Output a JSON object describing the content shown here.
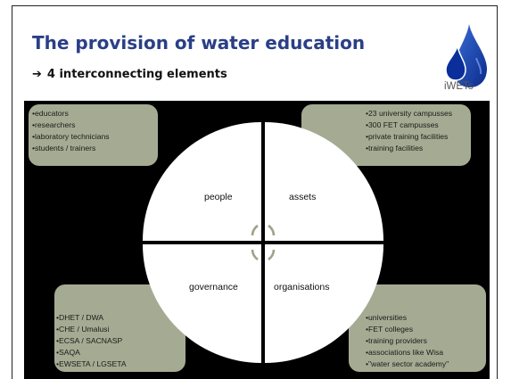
{
  "slide": {
    "title": "The provision of water education",
    "subtitle_arrow": "➔",
    "subtitle": "4 interconnecting elements",
    "logo_text": "iWETs"
  },
  "diagram": {
    "colors": {
      "background": "#000000",
      "note_fill": "#a5ab92",
      "circle_fill": "#ffffff"
    },
    "quadrants": [
      {
        "label": "people"
      },
      {
        "label": "assets"
      },
      {
        "label": "governance"
      },
      {
        "label": "organisations"
      }
    ],
    "notes": {
      "top_left": [
        "•educators",
        "•researchers",
        "•laboratory technicians",
        "•students / trainers"
      ],
      "top_right": [
        "•23 university campusses",
        "•300 FET campusses",
        "•private training facilities",
        "•training facilities"
      ],
      "bottom_left": [
        "•DHET / DWA",
        "•CHE / Umalusi",
        "•ECSA / SACNASP",
        "•SAQA",
        "•EWSETA / LGSETA"
      ],
      "bottom_right": [
        "•universities",
        "•FET colleges",
        "•training providers",
        "•associations like Wisa",
        "•\"water sector academy\""
      ]
    }
  }
}
